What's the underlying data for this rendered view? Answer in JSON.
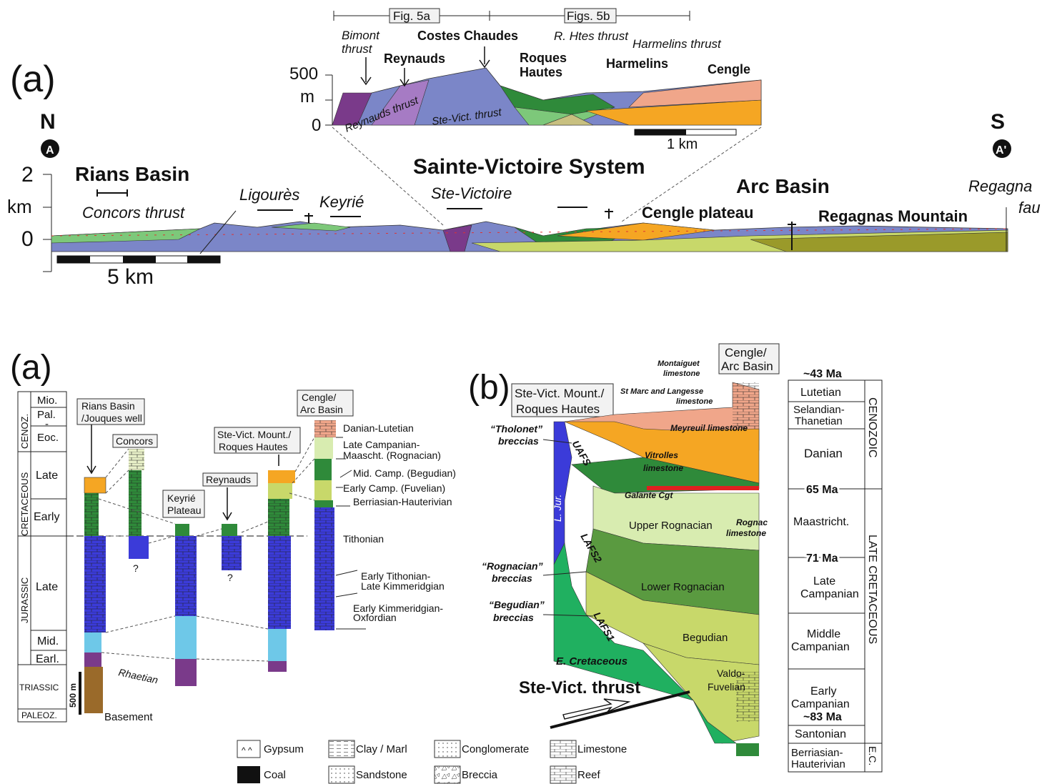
{
  "top": {
    "panel_label": "(a)",
    "north": "N",
    "south": "S",
    "point_a": "A",
    "point_a_prime": "A'",
    "scale_2": "2",
    "scale_km": "km",
    "scale_0": "0",
    "scale_bar": "5 km",
    "rians_basin": "Rians Basin",
    "concors_thrust": "Concors thrust",
    "ligoures": "Ligourès",
    "keyrie": "Keyrié",
    "sainte_victoire_system": "Sainte-Victoire System",
    "ste_victoire": "Ste-Victoire",
    "arc_basin": "Arc Basin",
    "cengle_plateau": "Cengle plateau",
    "regagnas_mountain": "Regagnas Mountain",
    "regagnas_fault_1": "Regagna",
    "regagnas_fault_2": "fau",
    "inset": {
      "fig5a": "Fig. 5a",
      "fig5b": "Figs. 5b",
      "bimont": "Bimont",
      "thrust": "thrust",
      "costes_chaudes": "Costes Chaudes",
      "r_htes_thrust": "R. Htes thrust",
      "harmelins_thrust": "Harmelins thrust",
      "reynauds": "Reynauds",
      "roques": "Roques",
      "hautes": "Hautes",
      "harmelins": "Harmelins",
      "cengle": "Cengle",
      "y500": "500",
      "ym": "m",
      "y0": "0",
      "reynauds_thrust": "Reynauds thrust",
      "ste_vict_thrust": "Ste-Vict. thrust",
      "scale": "1 km"
    }
  },
  "bottom_a": {
    "panel_label": "(a)",
    "eras": {
      "cenoz": "CENOZ.",
      "cretaceous": "CRETACEOUS",
      "jurassic": "JURASSIC",
      "triassic": "TRIASSIC",
      "paleoz": "PALEOZ."
    },
    "periods": {
      "mio": "Mio.",
      "pal": "Pal.",
      "dash": "-",
      "eoc": "Eoc.",
      "late_cret": "Late",
      "early_cret": "Early",
      "late_jur": "Late",
      "mid": "Mid.",
      "earl": "Earl."
    },
    "columns": {
      "rians_1": "Rians Basin",
      "rians_2": "/Jouques well",
      "concors": "Concors",
      "keyrie_1": "Keyrié",
      "keyrie_2": "Plateau",
      "reynauds": "Reynauds",
      "stevict_1": "Ste-Vict. Mount./",
      "stevict_2": "Roques Hautes",
      "cengle_1": "Cengle/",
      "cengle_2": "Arc Basin"
    },
    "question_mark": "?",
    "scale_500m": "500 m",
    "rhaetian": "Rhaetian",
    "basement": "Basement",
    "stages": {
      "danian_lutetian": "Danian-Lutetian",
      "late_campanian_1": "Late Campanian-",
      "late_campanian_2": "Maascht. (Rognacian)",
      "mid_camp": "Mid. Camp. (Begudian)",
      "early_camp": "Early Camp. (Fuvelian)",
      "berriasian": "Berriasian-Hauterivian",
      "tithonian": "Tithonian",
      "early_tithonian_1": "Early Tithonian-",
      "early_tithonian_2": "Late Kimmeridgian",
      "early_kimm_1": "Early Kimmeridgian-",
      "early_kimm_2": "Oxfordian"
    }
  },
  "legend": {
    "gypsum": "Gypsum",
    "clay": "Clay / Marl",
    "conglomerate": "Conglomerate",
    "limestone": "Limestone",
    "coal": "Coal",
    "sandstone": "Sandstone",
    "breccia": "Breccia",
    "reef": "Reef"
  },
  "bottom_b": {
    "panel_label": "(b)",
    "ste_vict_1": "Ste-Vict. Mount./",
    "ste_vict_2": "Roques Hautes",
    "cengle_1": "Cengle/",
    "cengle_2": "Arc Basin",
    "montaiguet_1": "Montaiguet",
    "montaiguet_2": "limestone",
    "st_marc_1": "St Marc and Langesse",
    "st_marc_2": "limestone",
    "meyreuil": "Meyreuil limestone",
    "vitrolles_1": "Vitrolles",
    "vitrolles_2": "limestone",
    "galante": "Galante Cgt",
    "rognac_1": "Rognac",
    "rognac_2": "limestone",
    "tholonet_1": "“Tholonet”",
    "tholonet_2": "breccias",
    "rognacian_1": "“Rognacian”",
    "rognacian_2": "breccias",
    "begudian_1": "“Begudian”",
    "begudian_2": "breccias",
    "uafs": "UAFS",
    "lafs2": "LAFS2",
    "lafs1": "LAFS1",
    "l_jur": "L. Jur.",
    "e_cretaceous": "E. Cretaceous",
    "upper_rognacian": "Upper Rognacian",
    "lower_rognacian": "Lower Rognacian",
    "begudian": "Begudian",
    "valdo_1": "Valdo-",
    "valdo_2": "Fuvelian",
    "ste_vict_thrust": "Ste-Vict. thrust",
    "timescale": {
      "ma43": "~43 Ma",
      "lutetian": "Lutetian",
      "selandian_1": "Selandian-",
      "selandian_2": "Thanetian",
      "danian": "Danian",
      "ma65": "65 Ma",
      "maastricht": "Maastricht.",
      "ma71": "71 Ma",
      "late_camp_1": "Late",
      "late_camp_2": "Campanian",
      "mid_camp_1": "Middle",
      "mid_camp_2": "Campanian",
      "early_camp_1": "Early",
      "early_camp_2": "Campanian",
      "ma83": "~83 Ma",
      "santonian": "Santonian",
      "berr_1": "Berriasian-",
      "berr_2": "Hauterivian",
      "cenozoic": "CENOZOIC",
      "late_cretaceous": "LATE CRETACEOUS",
      "ec": "E.C."
    }
  },
  "colors": {
    "jurassic_blue": "#3b3bd9",
    "cyan": "#6ec8e8",
    "purple": "#7a3a8a",
    "brown": "#9a6a2a",
    "green_dark": "#2f8a3a",
    "green_light": "#7dc87a",
    "yellow_green": "#c8d86a",
    "orange": "#f5a623",
    "salmon": "#f0a68a",
    "cross_blue": "#7b86c8",
    "pale_green": "#d8ecb0"
  }
}
